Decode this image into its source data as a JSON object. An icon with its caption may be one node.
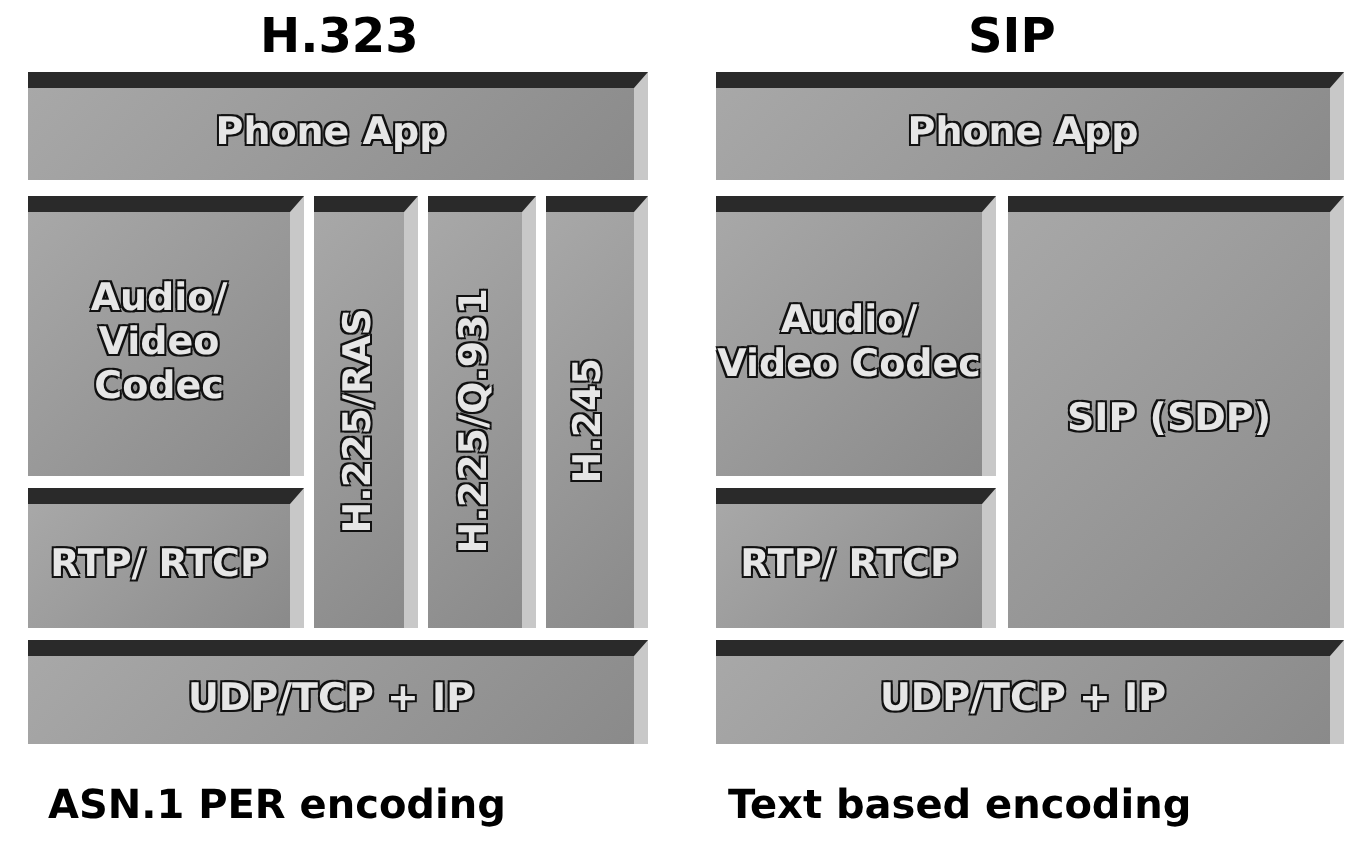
{
  "diagram": {
    "nodes": [
      {
        "text": [
          "Phone App"
        ]
      },
      {
        "text": [
          "Audio/ Video Codec"
        ]
      },
      {
        "text": [
          "RTP/ RTCP"
        ]
      },
      {
        "text": [
          "H.225/RAS"
        ]
      },
      {
        "text": [
          "H.225/Q.931"
        ]
      },
      {
        "text": [
          "H.245"
        ]
      },
      {
        "text": [
          "UDP/TCP + IP"
        ]
      },
      {
        "text": [
          "Phone App"
        ]
      },
      {
        "text": [
          "Audio/ Video Codec"
        ]
      },
      {
        "text": [
          "RTP/ RTCP"
        ]
      },
      {
        "text": [
          "SIP (SDP)"
        ]
      },
      {
        "text": [
          "UDP/TCP + IP"
        ]
      }
    ],
    "labels": [
      "H.323",
      "SIP",
      "ASN.1 PER encoding",
      "Text based encoding"
    ]
  }
}
